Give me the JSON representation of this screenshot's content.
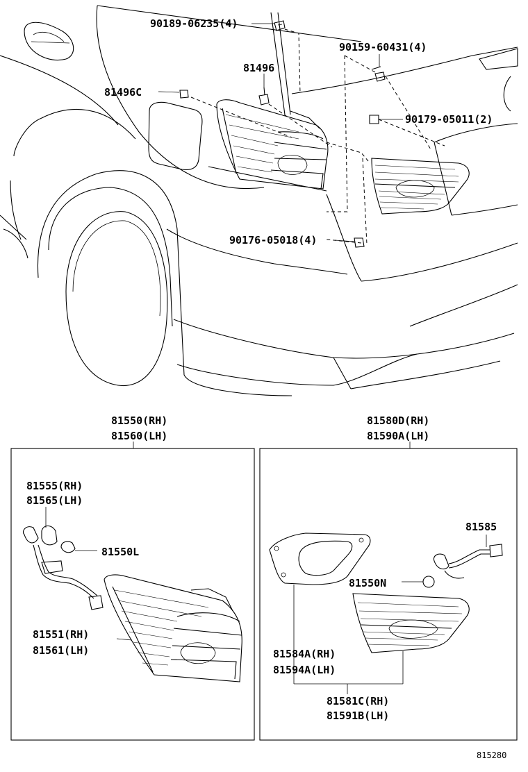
{
  "diagram": {
    "top_labels": {
      "bolt_a": "90189-06235(4)",
      "screw_b": "90159-60431(4)",
      "clip_c": "81496",
      "clip_d": "81496C",
      "nut_e": "90179-05011(2)",
      "nut_f": "90176-05018(4)"
    },
    "left_box": {
      "title_rh": "81550(RH)",
      "title_lh": "81560(LH)",
      "socket_rh": "81555(RH)",
      "socket_lh": "81565(LH)",
      "bulb": "81550L",
      "lens_rh": "81551(RH)",
      "lens_lh": "81561(LH)"
    },
    "right_box": {
      "title_rh": "81580D(RH)",
      "title_lh": "81590A(LH)",
      "socket": "81585",
      "bulb": "81550N",
      "gasket_rh": "81584A(RH)",
      "gasket_lh": "81594A(LH)",
      "lens_rh": "81581C(RH)",
      "lens_lh": "81591B(LH)"
    },
    "figure_id": "815280"
  }
}
